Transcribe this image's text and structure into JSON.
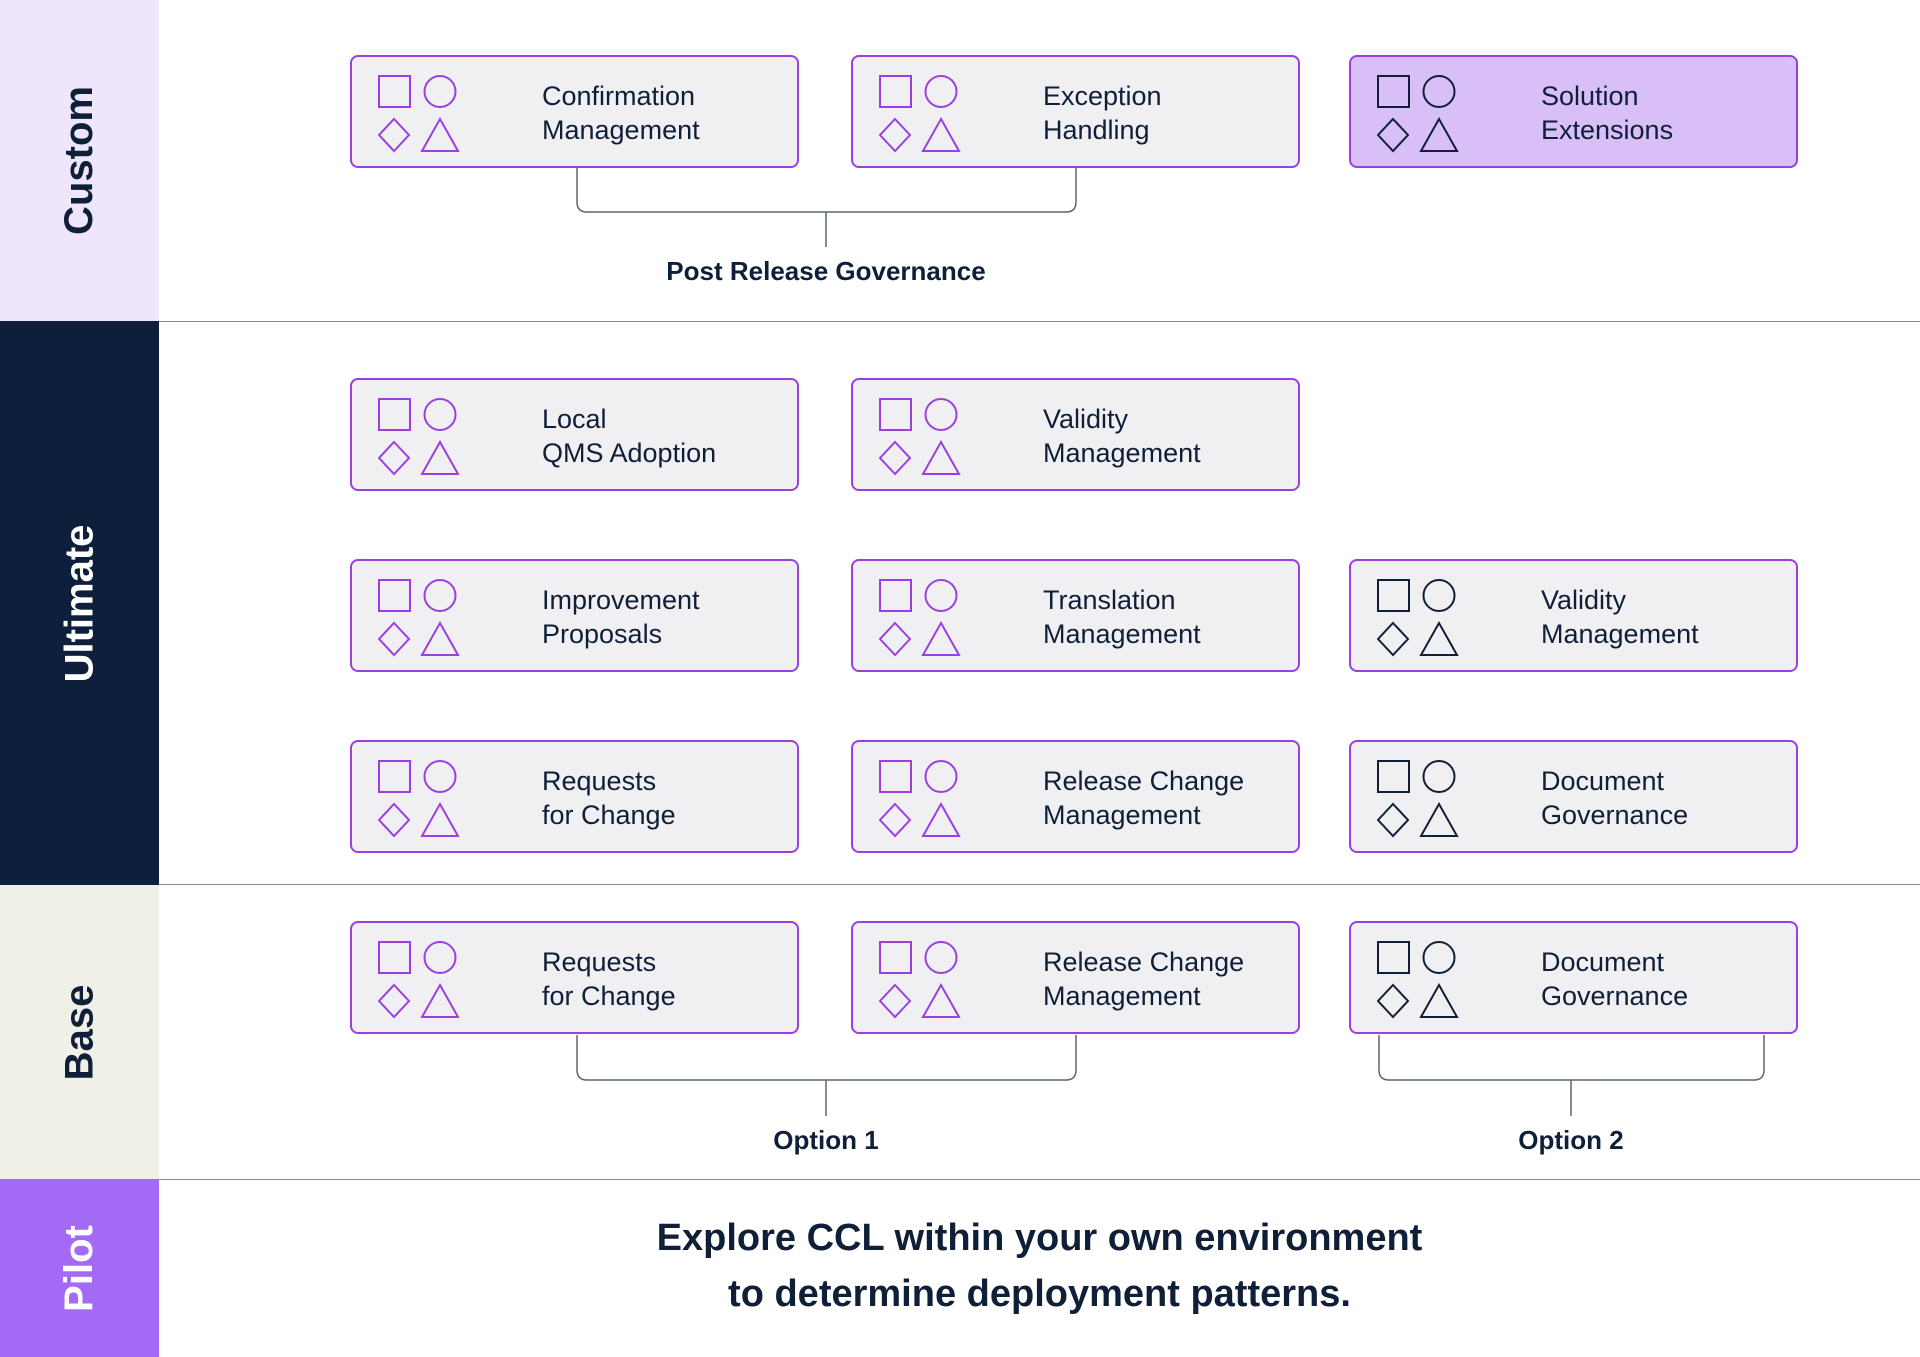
{
  "tiers": {
    "custom": {
      "label": "Custom",
      "bg": "#efe6fc",
      "cards": [
        {
          "line1": "Confirmation",
          "line2": "Management",
          "highlight": false
        },
        {
          "line1": "Exception",
          "line2": "Handling",
          "highlight": false
        },
        {
          "line1": "Solution",
          "line2": "Extensions",
          "highlight": true
        }
      ],
      "group_label": "Post Release Governance"
    },
    "ultimate": {
      "label": "Ultimate",
      "bg": "#0d1f3b",
      "cards": [
        {
          "line1": "Local",
          "line2": "QMS Adoption",
          "highlight": false
        },
        {
          "line1": "Validity",
          "line2": "Management",
          "highlight": false
        },
        {
          "line1": "Improvement",
          "line2": "Proposals",
          "highlight": false
        },
        {
          "line1": "Translation",
          "line2": "Management",
          "highlight": false
        },
        {
          "line1": "Validity",
          "line2": "Management",
          "highlight": false
        },
        {
          "line1": "Requests",
          "line2": "for Change",
          "highlight": false
        },
        {
          "line1": "Release Change",
          "line2": "Management",
          "highlight": false
        },
        {
          "line1": "Document",
          "line2": "Governance",
          "highlight": false
        }
      ]
    },
    "base": {
      "label": "Base",
      "bg": "#f0efe8",
      "cards": [
        {
          "line1": "Requests",
          "line2": "for Change",
          "highlight": false
        },
        {
          "line1": "Release Change",
          "line2": "Management",
          "highlight": false
        },
        {
          "line1": "Document",
          "line2": "Governance",
          "highlight": false
        }
      ],
      "option1": "Option 1",
      "option2": "Option 2"
    },
    "pilot": {
      "label": "Pilot",
      "bg": "#a36bf5",
      "text_line1": "Explore CCL within your own environment",
      "text_line2": "to determine deployment patterns."
    }
  },
  "colors": {
    "card_border": "#9b3fe0",
    "card_bg": "#f0f0f3",
    "highlight_bg": "#d9bff7",
    "text_dark": "#0f1f38",
    "icon_purple": "#9b3fe0",
    "icon_dark": "#0f1f38"
  }
}
